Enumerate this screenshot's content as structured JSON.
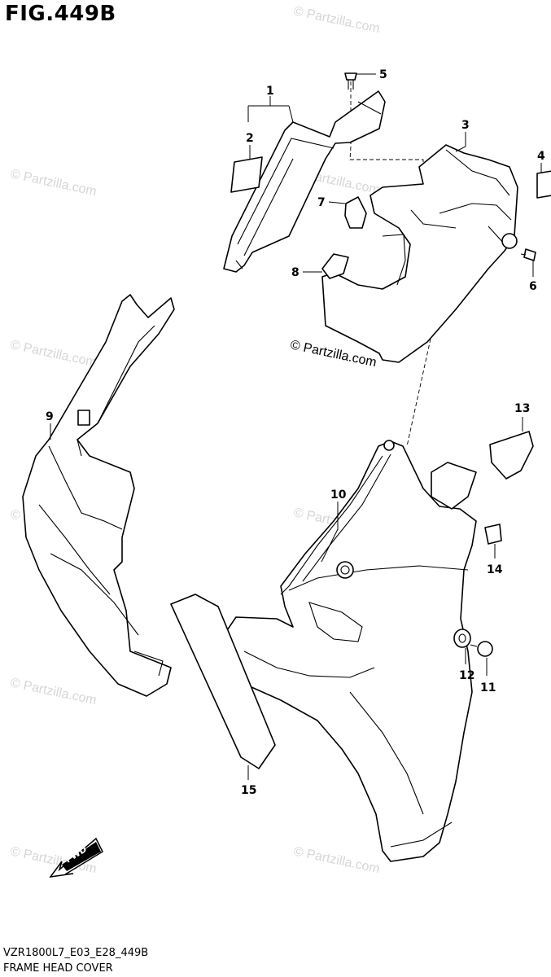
{
  "figure": {
    "title": "FIG.449B",
    "code": "VZR1800L7_E03_E28_449B",
    "name": "FRAME HEAD COVER",
    "watermark": "© Partzilla.com",
    "fwd_label": "FWD"
  },
  "callouts": [
    "1",
    "2",
    "3",
    "4",
    "5",
    "6",
    "7",
    "8",
    "9",
    "10",
    "11",
    "12",
    "13",
    "14",
    "15"
  ],
  "colors": {
    "line": "#000000",
    "background": "#ffffff",
    "watermark": "#d6d6d6"
  }
}
